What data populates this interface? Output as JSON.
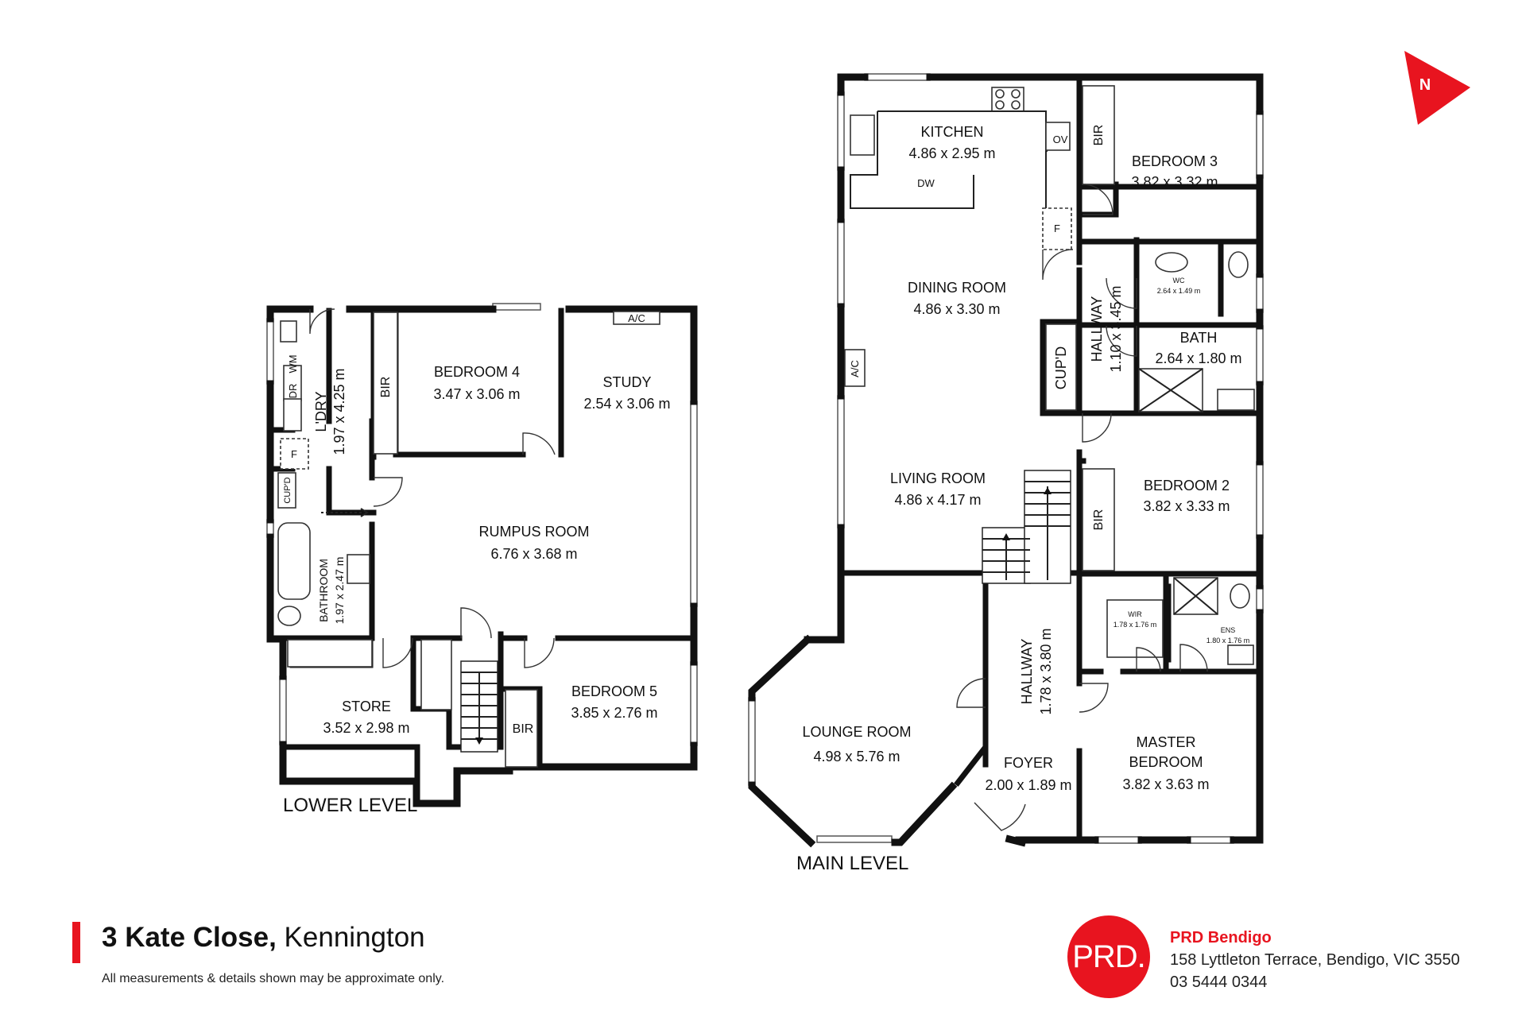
{
  "compass": {
    "label": "N",
    "color": "#e8141f"
  },
  "lower_level": {
    "title": "LOWER LEVEL",
    "rooms": {
      "laundry": {
        "name": "L'DRY",
        "dims": "1.97 x 4.25 m"
      },
      "bedroom4": {
        "name": "BEDROOM 4",
        "dims": "3.47 x 3.06 m"
      },
      "study": {
        "name": "STUDY",
        "dims": "2.54 x 3.06 m"
      },
      "rumpus": {
        "name": "RUMPUS ROOM",
        "dims": "6.76 x 3.68 m"
      },
      "bathroom": {
        "name": "BATHROOM",
        "dims": "1.97 x 2.47 m"
      },
      "store": {
        "name": "STORE",
        "dims": "3.52 x 2.98 m"
      },
      "bedroom5": {
        "name": "BEDROOM 5",
        "dims": "3.85 x 2.76 m"
      }
    },
    "labels": {
      "ac": "A/C",
      "bir4": "BIR",
      "bir5": "BIR",
      "dr": "DR",
      "wm": "WM",
      "f": "F",
      "cupd": "CUP'D"
    }
  },
  "main_level": {
    "title": "MAIN LEVEL",
    "rooms": {
      "kitchen": {
        "name": "KITCHEN",
        "dims": "4.86 x 2.95 m"
      },
      "dining": {
        "name": "DINING ROOM",
        "dims": "4.86 x 3.30 m"
      },
      "living": {
        "name": "LIVING ROOM",
        "dims": "4.86 x 4.17 m"
      },
      "lounge": {
        "name": "LOUNGE ROOM",
        "dims": "4.98 x 5.76 m"
      },
      "foyer": {
        "name": "FOYER",
        "dims": "2.00 x 1.89 m"
      },
      "hallway_upper": {
        "name": "HALLWAY",
        "dims": "1.10 x 3.45 m"
      },
      "hallway_lower": {
        "name": "HALLWAY",
        "dims": "1.78 x 3.80 m"
      },
      "bedroom3": {
        "name": "BEDROOM 3",
        "dims": "3.82 x 3.32 m"
      },
      "wc": {
        "name": "WC",
        "dims": "2.64 x 1.49 m"
      },
      "bath": {
        "name": "BATH",
        "dims": "2.64 x 1.80 m"
      },
      "bedroom2": {
        "name": "BEDROOM 2",
        "dims": "3.82 x 3.33 m"
      },
      "wir": {
        "name": "WIR",
        "dims": "1.78 x 1.76 m"
      },
      "ens": {
        "name": "ENS",
        "dims": "1.80 x 1.76 m"
      },
      "master": {
        "name_line1": "MASTER",
        "name_line2": "BEDROOM",
        "dims": "3.82 x 3.63 m"
      }
    },
    "labels": {
      "ov": "OV",
      "dw": "DW",
      "f": "F",
      "ac": "A/C",
      "cupd": "CUP'D",
      "bir3": "BIR",
      "bir2": "BIR"
    }
  },
  "footer": {
    "street": "3 Kate Close,",
    "suburb": "Kennington",
    "disclaimer": "All measurements & details shown may be approximate only.",
    "accent_color": "#e8141f",
    "logo_text": "PRD.",
    "agency_name": "PRD Bendigo",
    "agency_address": "158 Lyttleton Terrace, Bendigo, VIC 3550",
    "agency_phone": "03 5444 0344"
  }
}
